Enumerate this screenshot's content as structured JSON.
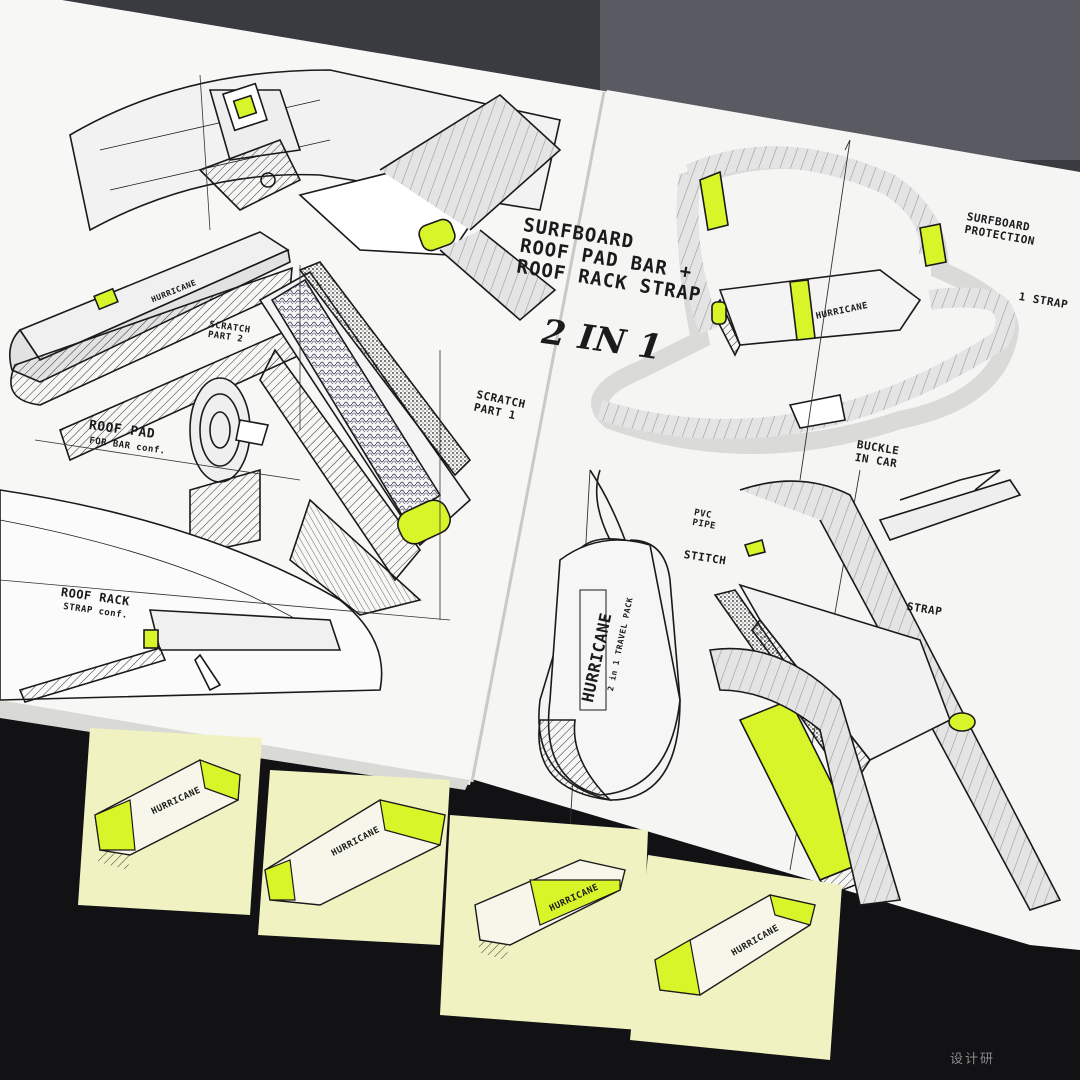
{
  "sketch": {
    "title_lines": [
      "SURFBOARD",
      "ROOF PAD BAR +",
      "ROOF RACK STRAP"
    ],
    "subtitle": "2 IN 1",
    "annotations": {
      "surfboard_protection": [
        "SURFBOARD",
        "PROTECTION"
      ],
      "one_strap": "1 STRAP",
      "buckle_in_car": [
        "BUCKLE",
        "IN CAR"
      ],
      "pvc_pipe": [
        "PVC",
        "PIPE"
      ],
      "stitch": "STITCH",
      "strap": "STRAP",
      "scratch_part_2": [
        "SCRATCH",
        "PART 2"
      ],
      "scratch_part_1": [
        "SCRATCH",
        "PART 1"
      ],
      "roof_pad": "ROOF PAD",
      "roof_pad_sub": "FOR BAR conf.",
      "roof_rack": "ROOF RACK",
      "roof_rack_sub": "STRAP conf.",
      "bag_brand": "HURRICANE",
      "bag_tagline": "2 in 1 TRAVEL PACK"
    },
    "brand_marks": [
      "HURRICANE",
      "HURRICANE",
      "HURRICANE",
      "HURRICANE",
      "HURRICANE",
      "HURRICANE"
    ],
    "accent_color": "#d8f52a",
    "paper_color": "#f7f7f5",
    "sticky_color": "#f0f2c2",
    "watermark": "设计研"
  }
}
